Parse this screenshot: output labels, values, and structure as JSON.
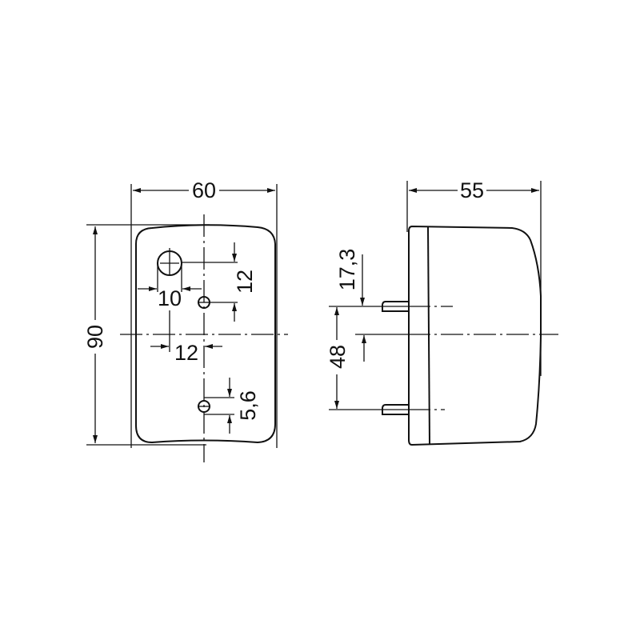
{
  "front_view": {
    "width_label": "60",
    "height_label": "90",
    "hole_diameter_label": "10",
    "hole_offset_x_label": "12",
    "hole_offset_y_label": "12",
    "mount_hole_label": "5,6"
  },
  "side_view": {
    "depth_label": "55",
    "stud_offset_label": "17,3",
    "stud_spacing_label": "48"
  }
}
